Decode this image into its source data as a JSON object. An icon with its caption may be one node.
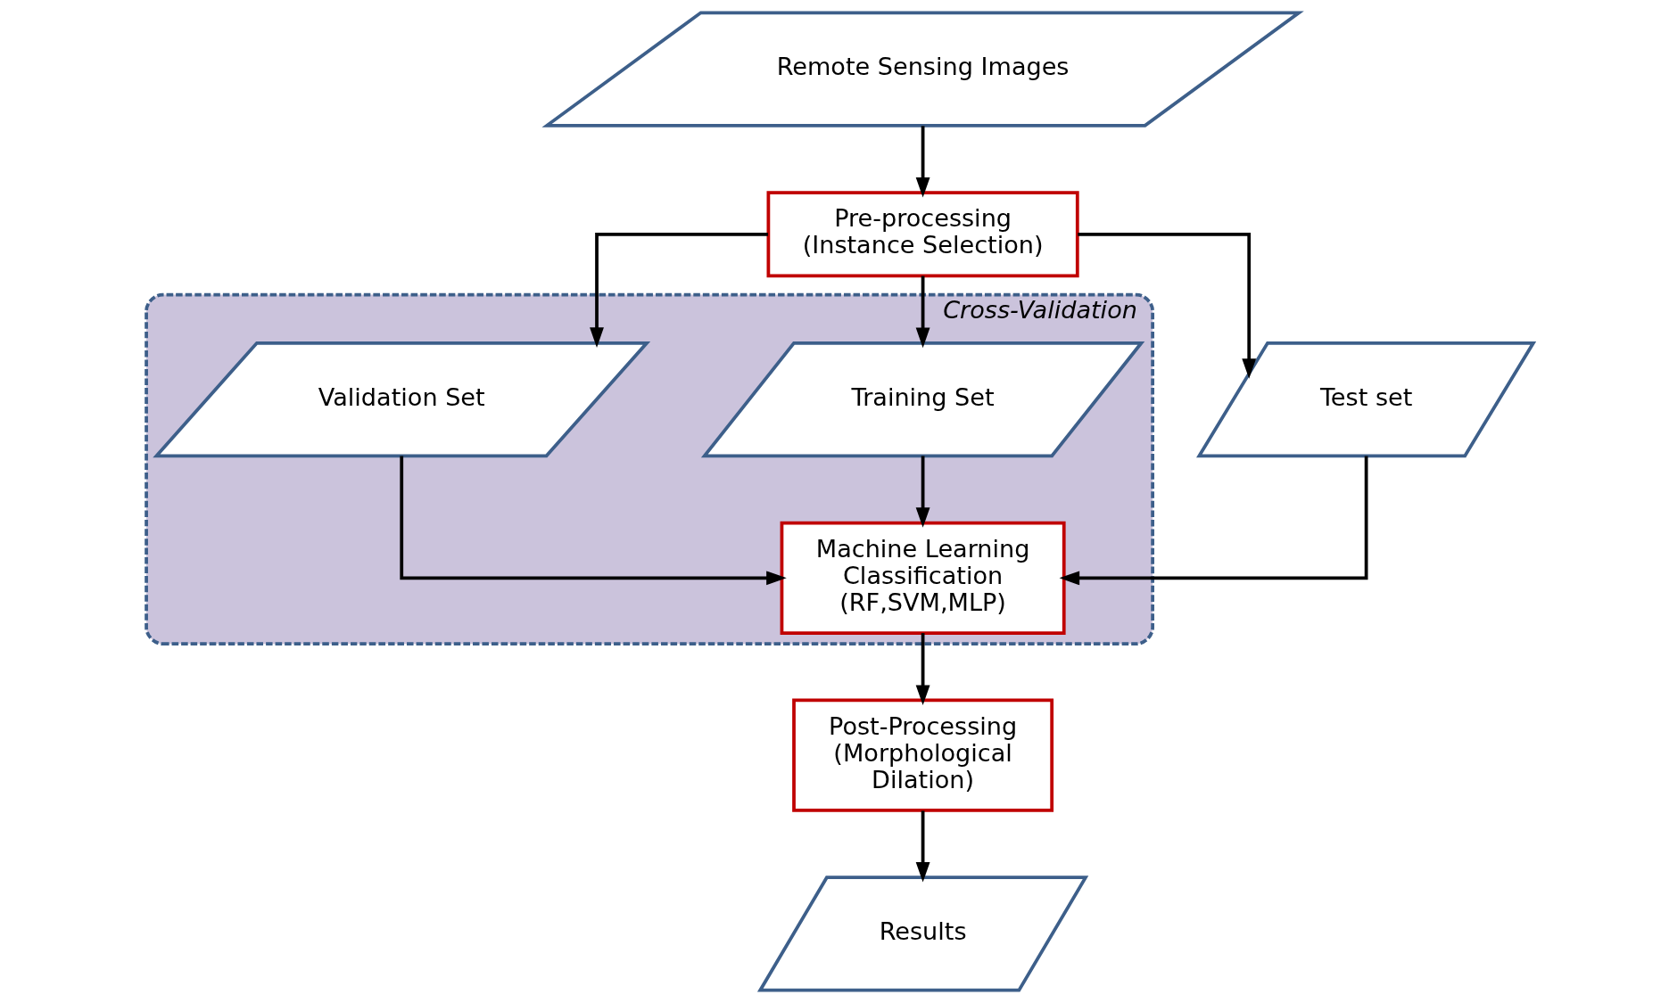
{
  "diagram": {
    "nodes": [
      {
        "text": [
          "Remote Sensing Images"
        ]
      },
      {
        "text": [
          "Pre-processing (Instance Selection)"
        ]
      },
      {
        "text": [
          "Cross-Validation"
        ]
      },
      {
        "text": [
          "Test set"
        ]
      },
      {
        "text": [
          "Training Set"
        ],
        "in": 2
      },
      {
        "text": [
          "Validation Set"
        ],
        "in": 2
      },
      {
        "text": [
          "Machine Learning Classification (RF,SVM,MLP)"
        ],
        "in": 2
      },
      {
        "text": [
          "Post-Processing (Morphological Dilation)"
        ]
      },
      {
        "text": [
          "Results"
        ]
      }
    ],
    "edges": [
      {
        "from": 0,
        "to": 1,
        "arrow": "to"
      },
      {
        "from": 1,
        "to": 3,
        "arrow": "to"
      },
      {
        "from": 1,
        "to": 4,
        "arrow": "to"
      },
      {
        "from": 1,
        "to": 5,
        "arrow": "to"
      },
      {
        "from": 3,
        "to": 6,
        "arrow": "to"
      },
      {
        "from": 4,
        "to": 6,
        "arrow": "to"
      },
      {
        "from": 5,
        "to": 6,
        "arrow": "to"
      },
      {
        "from": 6,
        "to": 7,
        "arrow": "to"
      },
      {
        "from": 7,
        "to": 8,
        "arrow": "to"
      }
    ]
  }
}
